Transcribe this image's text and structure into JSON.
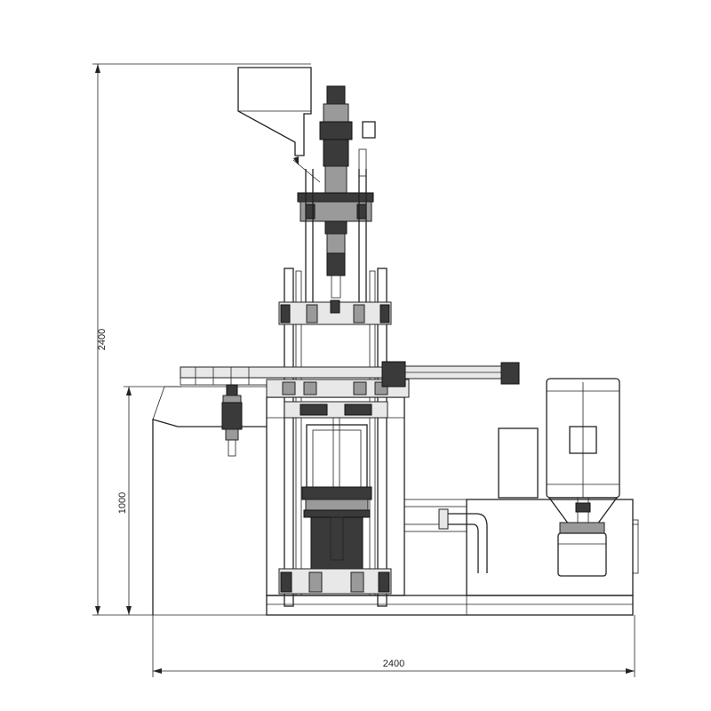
{
  "dimensions": {
    "overall_height": "2400",
    "table_height": "1000",
    "overall_width": "2400"
  }
}
